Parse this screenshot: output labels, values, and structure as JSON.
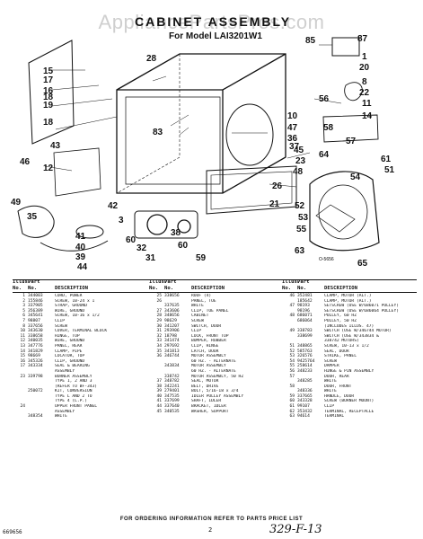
{
  "watermark": "AppliancePartsPros.com",
  "header": {
    "title": "CABINET ASSEMBLY",
    "model": "For Model LAI3201W1"
  },
  "diagram": {
    "callouts": [
      "28",
      "85",
      "87",
      "1",
      "15",
      "16",
      "19",
      "17",
      "18",
      "18",
      "83",
      "12",
      "20",
      "22",
      "43",
      "56",
      "45",
      "10",
      "11",
      "47",
      "26",
      "8",
      "36",
      "21",
      "37",
      "23",
      "14",
      "58",
      "57",
      "64",
      "48",
      "54",
      "61",
      "51",
      "46",
      "42",
      "3",
      "49",
      "52",
      "53",
      "55",
      "63",
      "65",
      "44",
      "35",
      "41",
      "39",
      "40",
      "60",
      "32",
      "31",
      "38",
      "60",
      "59"
    ],
    "diagram_code": "O-5656"
  },
  "table": {
    "headers": {
      "illus": "Illus.",
      "no": "No.",
      "part": "Part",
      "part_no": "No.",
      "description": "DESCRIPTION"
    },
    "columns": [
      [
        [
          "1",
          "344003",
          "CORD, POWER"
        ],
        [
          "2",
          "155846",
          "SCREW, 10-24 x 1"
        ],
        [
          "3",
          "337905",
          "STRAP, GROUND"
        ],
        [
          "5",
          "356389",
          "WIRE, GROUND"
        ],
        [
          "6",
          "345641",
          "SCREW, 10-16 x 1/2"
        ],
        [
          "7",
          "98807",
          "CLIP"
        ],
        [
          "8",
          "337656",
          "SCREW"
        ],
        [
          "10",
          "343630",
          "COVER, TERMINAL BLOCK"
        ],
        [
          "11",
          "338658",
          "HINGE, TOP"
        ],
        [
          "12",
          "340035",
          "WIRE, GROUND"
        ],
        [
          "13",
          "347776",
          "PANEL, REAR"
        ],
        [
          "14",
          "341829",
          "CLAMP, PIPE"
        ],
        [
          "15",
          "98669",
          "LOCATOR, TOP"
        ],
        [
          "16",
          "345326",
          "CLIP, GROUND"
        ],
        [
          "17",
          "343334",
          "SEAL & BEARING"
        ],
        [
          "",
          "",
          "ASSEMBLY"
        ],
        [
          "23",
          "339798",
          "BURNER ASSEMBLY"
        ],
        [
          "",
          "",
          "TYPE 1, 2 AND 3"
        ],
        [
          "",
          "",
          "(REFER TO BF-343)"
        ],
        [
          "",
          "250072",
          "KIT, CONVERSION"
        ],
        [
          "",
          "",
          "TYPE L AND 2 TO"
        ],
        [
          "",
          "",
          "TYPE 4 (L.P.)"
        ],
        [
          "24",
          "",
          "UPPER FRONT PANEL"
        ],
        [
          "",
          "",
          "ASSEMBLY"
        ],
        [
          "",
          "348354",
          "WHITE"
        ]
      ],
      [
        [
          "25",
          "338656",
          "ROOF (4)"
        ],
        [
          "26",
          "",
          "PANEL, TOE"
        ],
        [
          "",
          "337635",
          "WHITE"
        ],
        [
          "27",
          "343606",
          "CLIP, TOE PANEL"
        ],
        [
          "28",
          "348656",
          "CABINET"
        ],
        [
          "29",
          "98629",
          "SCREW"
        ],
        [
          "30",
          "341207",
          "SWITCH, DOOR"
        ],
        [
          "31",
          "293906",
          "CLIP"
        ],
        [
          "32",
          "18798",
          "LOCK, FRONT TOP"
        ],
        [
          "33",
          "341474",
          "BUMPER, RUBBER"
        ],
        [
          "34",
          "297692",
          "CLIP, HINGE"
        ],
        [
          "35",
          "341813",
          "LATCH, DOOR"
        ],
        [
          "36",
          "346744",
          "MOTOR ASSEMBLY"
        ],
        [
          "",
          "",
          "60 HZ. - ALTERNATE"
        ],
        [
          "",
          "343834",
          "MOTOR ASSEMBLY"
        ],
        [
          "",
          "",
          "60 HZ. - ALTERNATE"
        ],
        [
          "",
          "338742",
          "MOTOR ASSEMBLY, 50 HZ"
        ],
        [
          "37",
          "348782",
          "SEAL, MOTOR"
        ],
        [
          "38",
          "342241",
          "BELT, DRIVE"
        ],
        [
          "39",
          "279401",
          "BOLT, 5/16-18 x 3/4"
        ],
        [
          "40",
          "347535",
          "IDLER PULLEY ASSEMBLY"
        ],
        [
          "41",
          "337699",
          "SHAFT, IDLER"
        ],
        [
          "44",
          "337640",
          "BRACKET, IDLER"
        ],
        [
          "45",
          "340535",
          "WASHER, SUPPORT"
        ]
      ],
      [
        [
          "46",
          "352481",
          "CLAMP, MOTOR (ALT.)"
        ],
        [
          "",
          "185642",
          "CLAMP, MOTOR (ALT.)"
        ],
        [
          "47",
          "98193",
          "SETSCREW (USE W/686071 PULLEY)"
        ],
        [
          "",
          "98196",
          "SETSCREW (USE W/686064 PULLEY)"
        ],
        [
          "48",
          "686071",
          "PULLEY, 60 HZ"
        ],
        [
          "",
          "686064",
          "PULLEY, 50 HZ"
        ],
        [
          "",
          "",
          "(INCLUDES ILLUS. 47)"
        ],
        [
          "49",
          "338783",
          "SWITCH (USE W/346744 MOTOR)"
        ],
        [
          "",
          "338699",
          "SWITCH (USE W/343834 &"
        ],
        [
          "",
          "",
          "338742 MOTORS)"
        ],
        [
          "51",
          "348865",
          "SCREW, 10-13 x 1/2"
        ],
        [
          "52",
          "585763",
          "SEAL, DOOR"
        ],
        [
          "53",
          "326576",
          "STRIKE, PANEL"
        ],
        [
          "54",
          "9425764",
          "SCREW"
        ],
        [
          "55",
          "258614",
          "DAMPER"
        ],
        [
          "56",
          "348233",
          "HINGE & PIN ASSEMBLY"
        ],
        [
          "57",
          "",
          "DOOR, REAR"
        ],
        [
          "",
          "348285",
          "WHITE"
        ],
        [
          "58",
          "",
          "DOOR, FRONT"
        ],
        [
          "",
          "348336",
          "WHITE"
        ],
        [
          "59",
          "337665",
          "HANDLE, DOOR"
        ],
        [
          "60",
          "343328",
          "SCREW (BURNER MOUNT)"
        ],
        [
          "61",
          "99107",
          "CLIP"
        ],
        [
          "62",
          "353432",
          "TERMINAL, RECEPTACLE"
        ],
        [
          "63",
          "94614",
          "TERMINAL"
        ]
      ]
    ]
  },
  "footer": {
    "note": "FOR ORDERING INFORMATION REFER TO PARTS PRICE LIST",
    "page": "2",
    "code": "669656",
    "handwritten": "329-F-13"
  }
}
